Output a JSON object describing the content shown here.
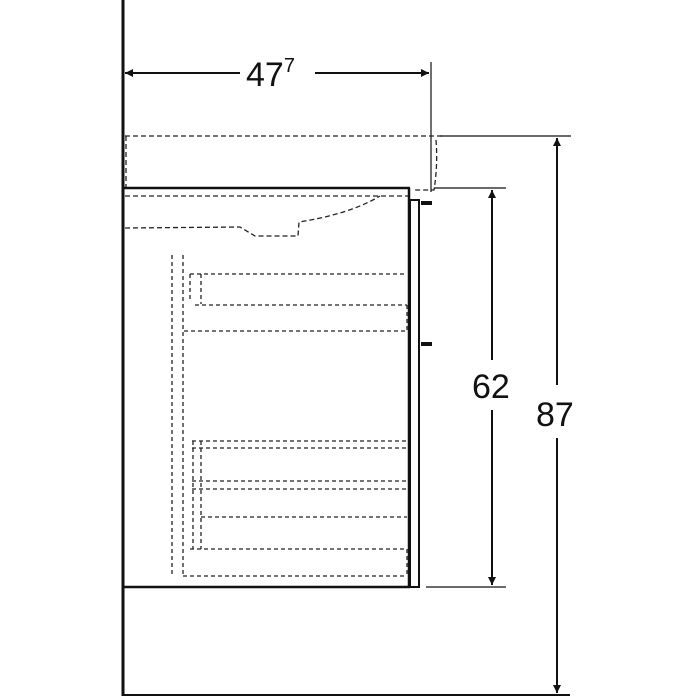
{
  "drawing": {
    "width_dimension": {
      "main": "47",
      "superscript": "7"
    },
    "cabinet_height_dimension": "62",
    "total_height_dimension": "87"
  },
  "colors": {
    "line": "#111111"
  }
}
